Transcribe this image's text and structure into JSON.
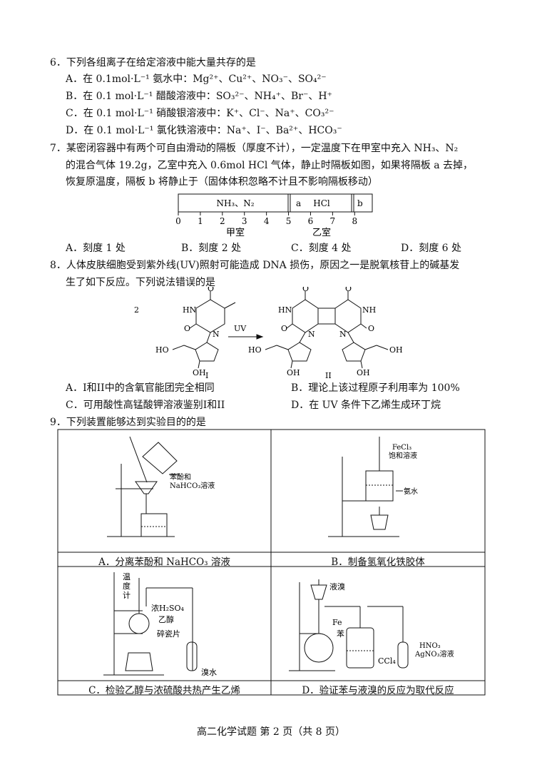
{
  "q6": {
    "stem": "6．下列各组离子在给定溶液中能大量共存的是",
    "A": "A．在 0.1mol·L⁻¹ 氨水中：Mg²⁺、Cu²⁺、NO₃⁻、SO₄²⁻",
    "B": "B．在 0.1 mol·L⁻¹ 醋酸溶液中：SO₃²⁻、NH₄⁺、Br⁻、H⁺",
    "C": "C．在 0.1 mol·L⁻¹ 硝酸银溶液中：K⁺、Cl⁻、Na⁺、CO₃²⁻",
    "D": "D．在 0.1 mol·L⁻¹ 氯化铁溶液中：Na⁺、I⁻、Ba²⁺、HCO₃⁻"
  },
  "q7": {
    "stem1": "7．某密闭容器中有两个可自由滑动的隔板（厚度不计），一定温度下在甲室中充入 NH₃、N₂",
    "stem2": "的混合气体 19.2g，乙室中充入 0.6mol HCl 气体，静止时隔板如图，如果将隔板 a 去掉，",
    "stem3": "恢复原温度，隔板 b 将静止于（固体体积忽略不计且不影响隔板移动）",
    "box_left_gas": "NH₃、N₂",
    "box_right_gas": "HCl",
    "label_a": "a",
    "label_b": "b",
    "ticks": [
      "0",
      "1",
      "2",
      "3",
      "4",
      "5",
      "6",
      "7",
      "8"
    ],
    "room_left": "甲室",
    "room_right": "乙室",
    "A": "A．刻度 1 处",
    "B": "B．刻度 2 处",
    "C": "C．刻度 4 处",
    "D": "D．刻度 6 处"
  },
  "q8": {
    "stem1": "8．人体皮肤细胞受到紫外线(UV)照射可能造成 DNA 损伤，原因之一是脱氧核苷上的碱基发",
    "stem2": "生了如下反应。下列说法错误的是",
    "coef": "2",
    "arrow": "UV",
    "label_I": "I",
    "label_II": "II",
    "O": "O",
    "HN": "HN",
    "NH": "NH",
    "N": "N",
    "HO": "HO",
    "OH": "OH",
    "A": "A．I和II中的含氧官能团完全相同",
    "B": "B．理论上该过程原子利用率为 100%",
    "C": "C．可用酸性高锰酸钾溶液鉴别I和II",
    "D": "D．在 UV 条件下乙烯生成环丁烷"
  },
  "q9": {
    "stem": "9．下列装置能够达到实验目的的是",
    "A_note": "苯酚和",
    "A_note2": "NaHCO₃溶液",
    "A_caption": "A．分离苯酚和 NaHCO₃ 溶液",
    "B_note1": "FeCl₃",
    "B_note2": "饱和溶液",
    "B_note3": "氨水",
    "B_caption": "B．制备氢氧化铁胶体",
    "C_note1": "温",
    "C_note2": "度",
    "C_note3": "计",
    "C_note4": "浓H₂SO₄",
    "C_note5": "乙醇",
    "C_note6": "碎瓷片",
    "C_note7": "溴水",
    "C_caption": "C．检验乙醇与浓硫酸共热产生乙烯",
    "D_note1": "液溴",
    "D_note2": "Fe",
    "D_note3": "苯",
    "D_note4": "CCl₄",
    "D_note5": "HNO₃",
    "D_note6": "AgNO₃溶液",
    "D_caption": "D．验证苯与液溴的反应为取代反应"
  },
  "footer": "高二化学试题 第 2 页（共 8 页）"
}
